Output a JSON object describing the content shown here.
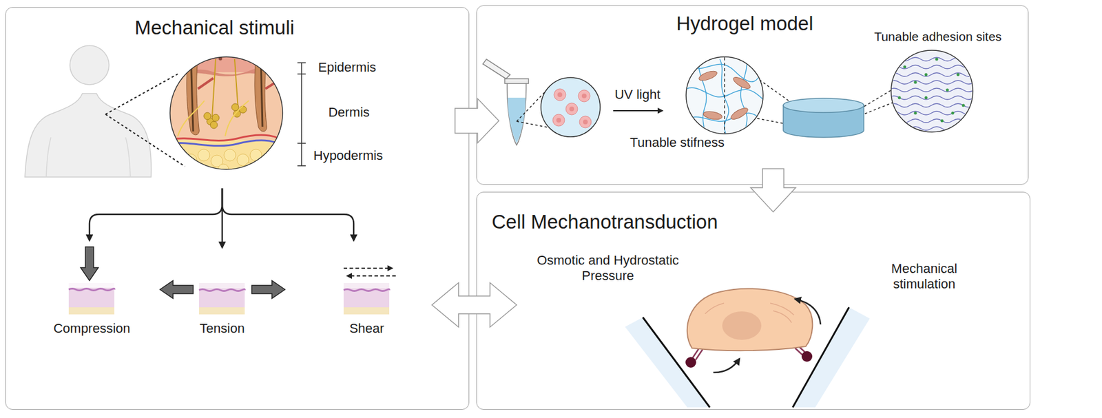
{
  "diagram": {
    "nodes": [
      {
        "text": [
          "Mechanical stimuli"
        ]
      },
      {
        "text": [
          "Compression"
        ],
        "in": 0
      },
      {
        "text": [
          "Tension"
        ],
        "in": 0
      },
      {
        "text": [
          "Shear"
        ],
        "in": 0
      },
      {
        "text": [
          "Hydrogel model"
        ]
      },
      {
        "text": [
          "Cell Mechanotransduction"
        ]
      }
    ],
    "edges": [
      {
        "from": 0,
        "to": 4,
        "arrow": "to"
      },
      {
        "from": 4,
        "to": 5,
        "arrow": "to"
      },
      {
        "from": 0,
        "to": 5,
        "arrow": "both"
      }
    ],
    "labels": [
      "Epidermis",
      "Dermis",
      "Hypodermis",
      "UV light",
      "Tunable stifness",
      "Tunable adhesion sites",
      "Osmotic and Hydrostatic Pressure",
      "Mechanical stimulation"
    ]
  }
}
